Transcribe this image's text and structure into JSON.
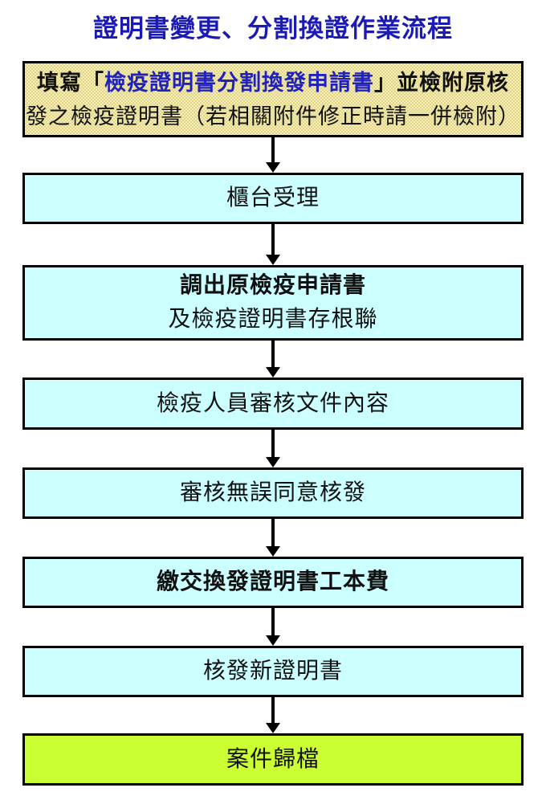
{
  "title": "證明書變更、分割換證作業流程",
  "colors": {
    "title_blue": "#1b1bb3",
    "highlight_blue": "#2121bb",
    "start_box_bg": "#f0e8ae",
    "step_box_bg": "#ccffff",
    "final_box_bg": "#ccff33",
    "border": "#000000"
  },
  "start_box": {
    "line1_prefix": "填寫「",
    "line1_highlight": "檢疫證明書分割換發申請書",
    "line1_suffix": "」並檢附原核",
    "line2": "發之檢疫證明書（若相關附件修正時請一併檢附）"
  },
  "steps": [
    {
      "lines": [
        "櫃台受理"
      ]
    },
    {
      "lines": [
        "調出原檢疫申請書",
        "及檢疫證明書存根聯"
      ]
    },
    {
      "lines": [
        "檢疫人員審核文件內容"
      ]
    },
    {
      "lines": [
        "審核無誤同意核發"
      ]
    },
    {
      "lines": [
        "繳交換發證明書工本費"
      ]
    },
    {
      "lines": [
        "核發新證明書"
      ]
    },
    {
      "lines": [
        "案件歸檔"
      ]
    }
  ]
}
